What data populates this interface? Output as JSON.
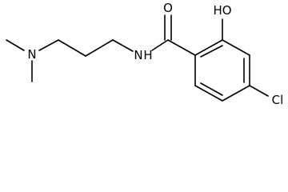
{
  "molecule": {
    "atoms": {
      "amine_n": "N",
      "amide_nh": "N",
      "amide_h": "H",
      "carbonyl_o": "O",
      "hydroxyl": "HO",
      "chlorine": "Cl"
    }
  }
}
